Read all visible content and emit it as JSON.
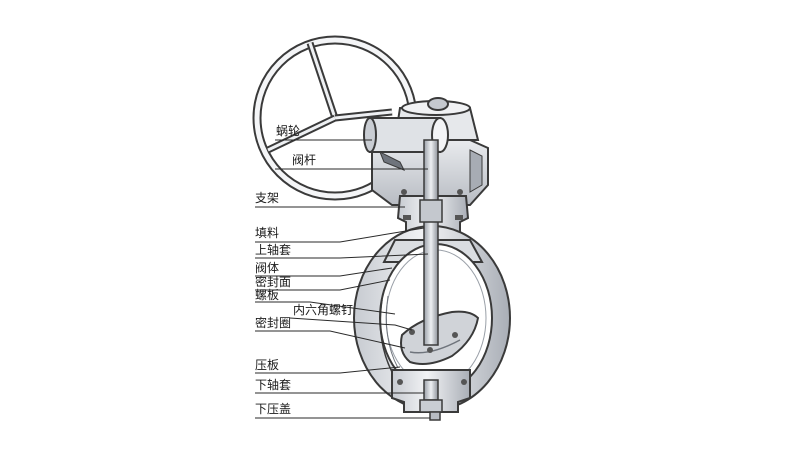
{
  "labels": {
    "worm_wheel": "蜗轮",
    "valve_stem": "阀杆",
    "bracket": "支架",
    "packing": "填料",
    "upper_bushing": "上轴套",
    "valve_body": "阀体",
    "sealing_face": "密封面",
    "bolt_plate": "螺板",
    "hex_socket_screw": "内六角螺钉",
    "seal_ring": "密封圈",
    "pressure_plate": "压板",
    "lower_bushing": "下轴套",
    "lower_cover": "下压盖"
  },
  "colors": {
    "metal_light": "#eef0f3",
    "metal_mid": "#c9ccd2",
    "metal_dark": "#8e939b",
    "outline": "#3a3a3a",
    "leader": "#2a2a2a"
  }
}
